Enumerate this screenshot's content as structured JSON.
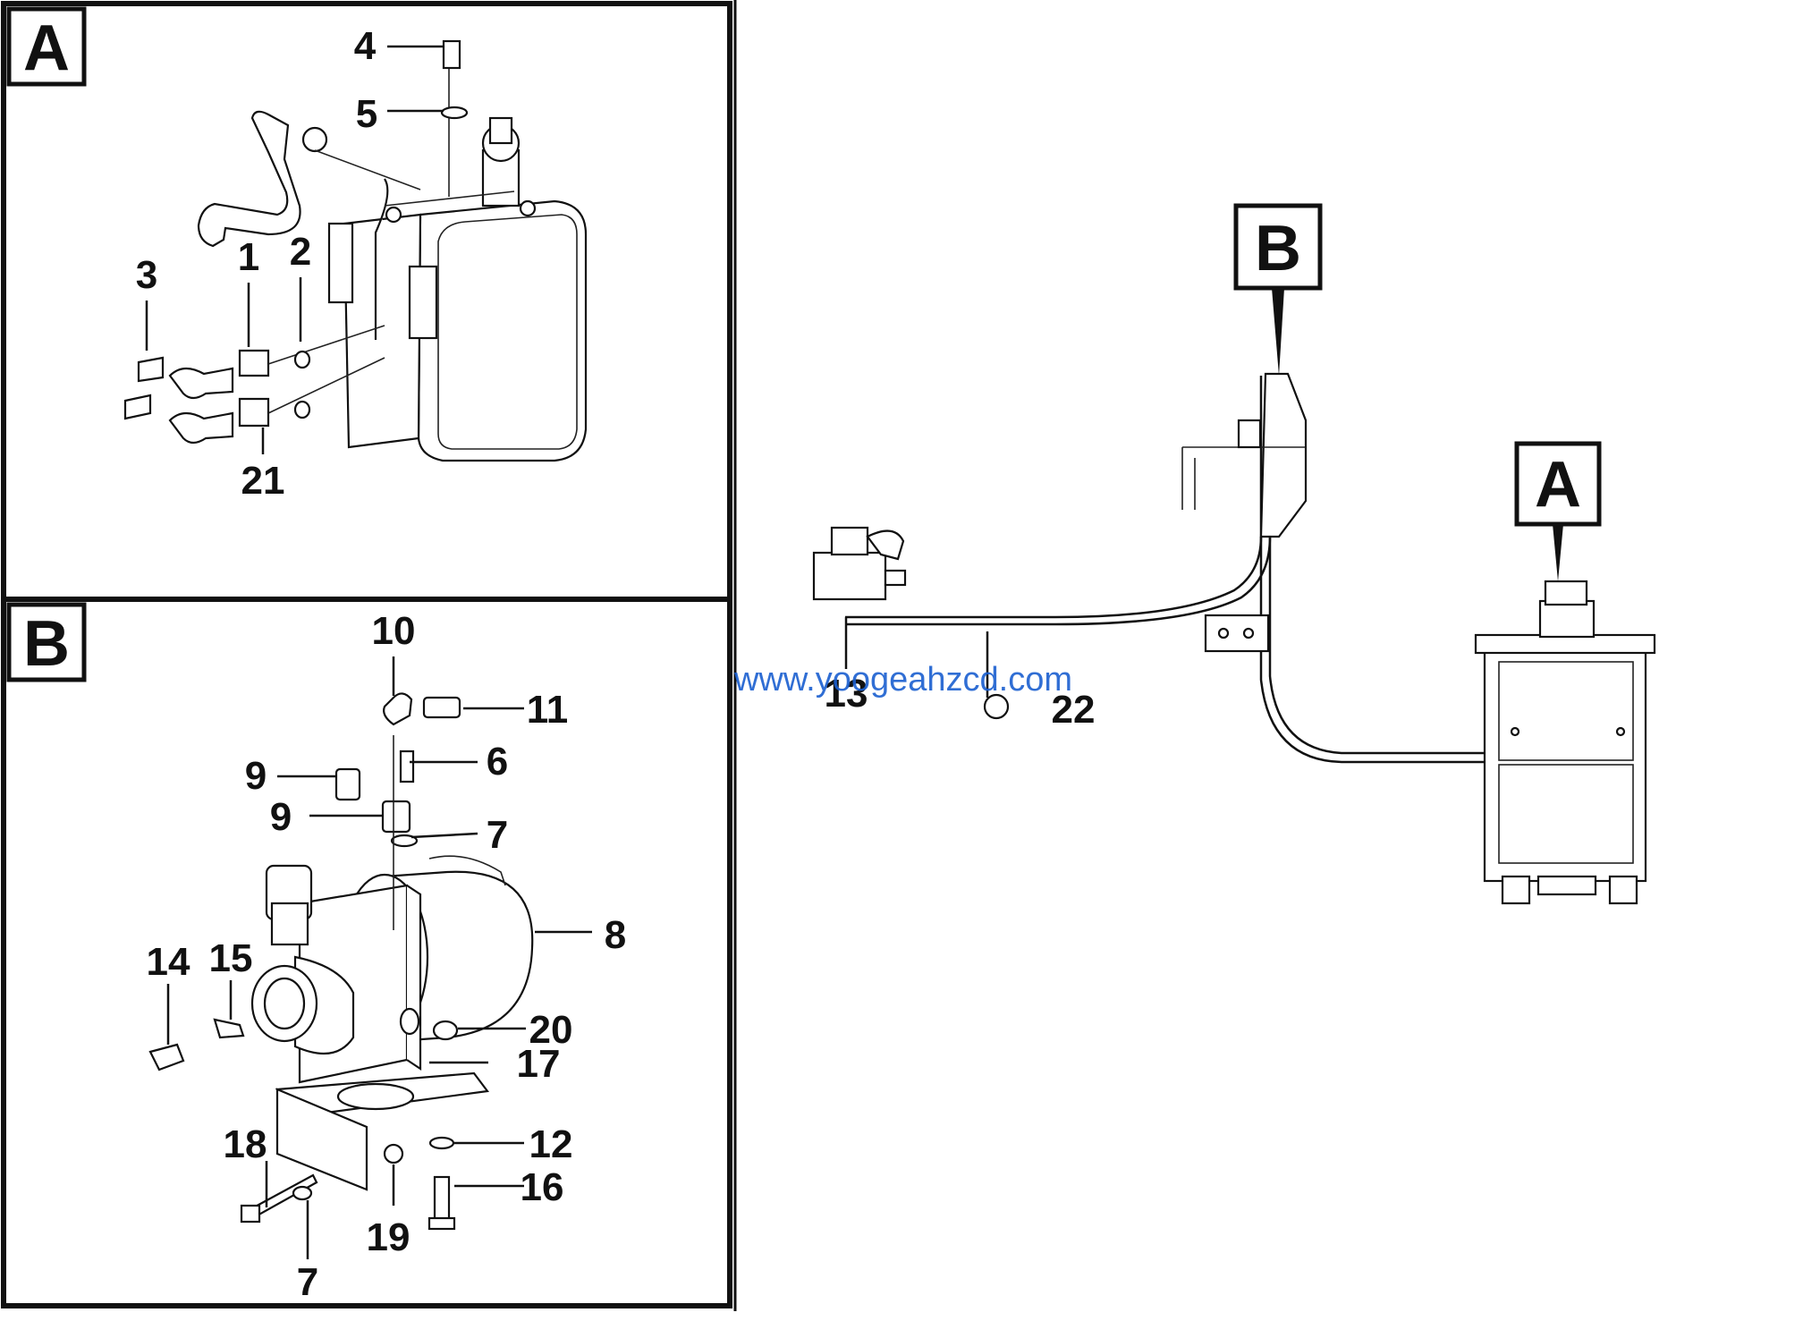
{
  "section_a": {
    "tag": "A",
    "callouts": [
      "4",
      "5",
      "3",
      "1",
      "2",
      "21"
    ]
  },
  "section_b": {
    "tag": "B",
    "callouts": [
      "10",
      "11",
      "9",
      "6",
      "9",
      "7",
      "8",
      "15",
      "14",
      "20",
      "17",
      "18",
      "12",
      "16",
      "19",
      "7"
    ]
  },
  "overview": {
    "tag_b": "B",
    "tag_a": "A",
    "callouts": [
      "13",
      "22"
    ]
  },
  "watermark": "www.yoogeahzcd.com"
}
